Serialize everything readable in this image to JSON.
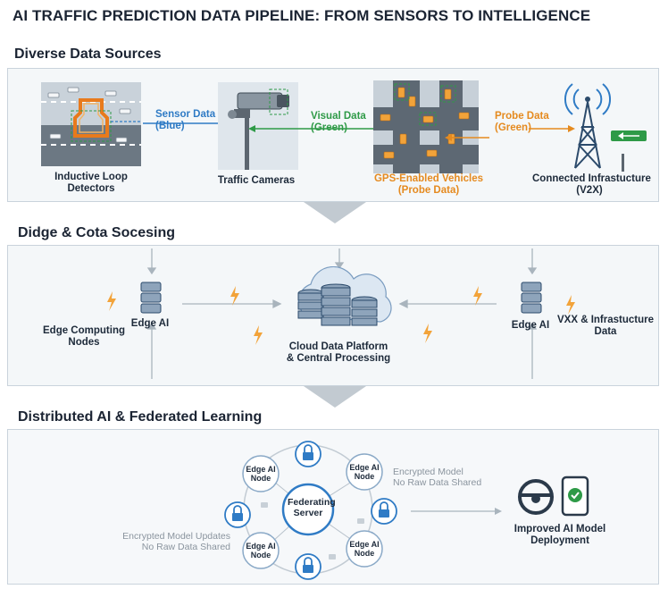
{
  "title": "AI TRAFFIC PREDICTION DATA PIPELINE: FROM SENSORS TO INTELLIGENCE",
  "sections": {
    "sources": {
      "title": "Diverse Data Sources",
      "inductive": [
        "Inductive Loop",
        "Detectors"
      ],
      "sensor_data": [
        "Sensor Data",
        "(Blue)"
      ],
      "cameras": "Traffic Cameras",
      "visual_data": [
        "Visual Data",
        "(Green)"
      ],
      "gps": [
        "GPS-Enabled Vehicles",
        "(Probe Data)"
      ],
      "probe_data": [
        "Probe Data",
        "(Green)"
      ],
      "infra": [
        "Connected Infrastucture",
        "(V2X)"
      ]
    },
    "processing": {
      "title": "Didge & Cota Socesing",
      "edge_nodes": [
        "Edge Computing",
        "Nodes"
      ],
      "edge_ai_left": "Edge AI",
      "cloud": [
        "Cloud Data Platform",
        "& Central Processing"
      ],
      "edge_ai_right": "Edge AI",
      "vxx": [
        "VXX & Infrastucture",
        "Data"
      ]
    },
    "federated": {
      "title": "Distributed AI & Federated Learning",
      "server": [
        "Federating",
        "Server"
      ],
      "node": [
        "Edge AI",
        "Node"
      ],
      "encrypted_right": [
        "Encrypted Model",
        "No Raw Data Shared"
      ],
      "encrypted_left": [
        "Encrypted Model Updates",
        "No Raw Data Shared"
      ],
      "deployment": [
        "Improved AI Model",
        "Deployment"
      ]
    }
  },
  "colors": {
    "blue": "#2f7bc5",
    "green": "#2e9a47",
    "orange": "#e58a1f",
    "navy": "#2b4a6b"
  }
}
